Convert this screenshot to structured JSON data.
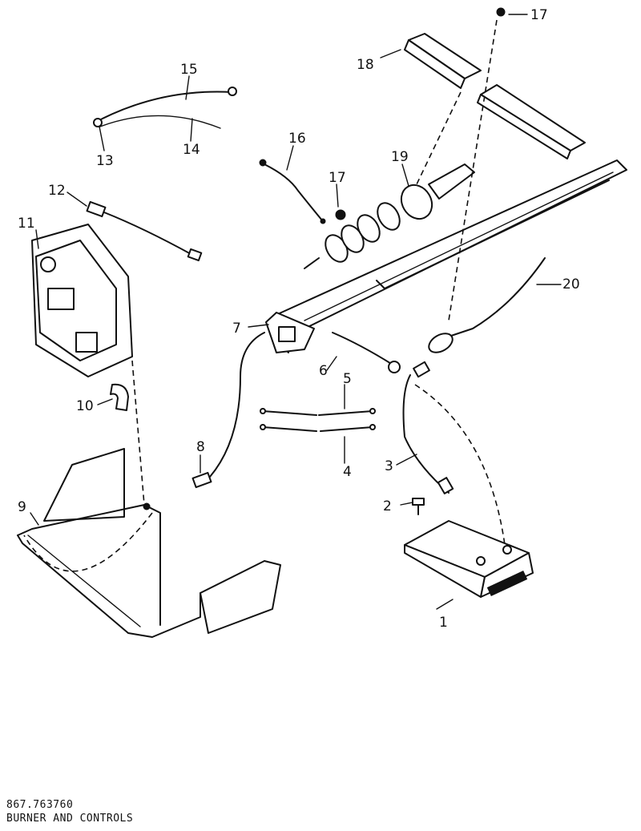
{
  "diagram": {
    "model_number": "867.763760",
    "section_title": "BURNER AND CONTROLS",
    "callouts": [
      "1",
      "2",
      "3",
      "4",
      "5",
      "6",
      "7",
      "8",
      "9",
      "10",
      "11",
      "12",
      "13",
      "14",
      "15",
      "16",
      "17",
      "17",
      "18",
      "19",
      "20"
    ]
  }
}
